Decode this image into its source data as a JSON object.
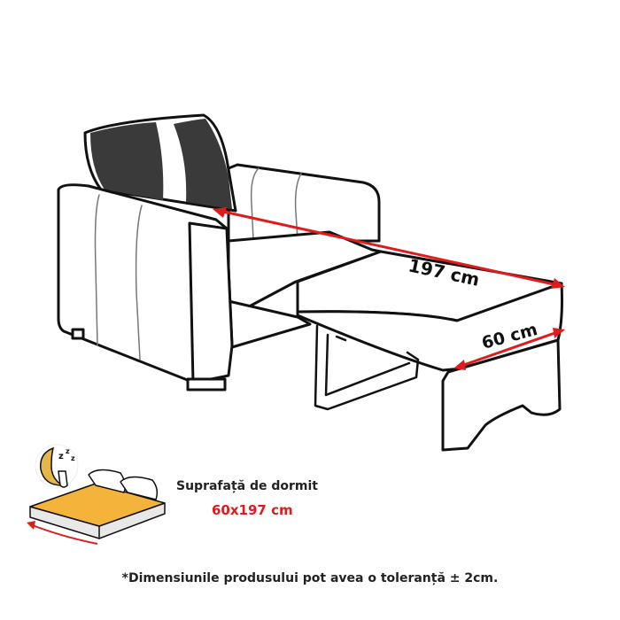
{
  "dimensions": {
    "length_label": "197 cm",
    "width_label": "60 cm"
  },
  "sleep_surface": {
    "title": "Suprafață de dormit",
    "value": "60x197 cm"
  },
  "footnote": "*Dimensiunile produsului pot avea o toleranță ± 2cm.",
  "icons": [
    "moon-sleep-icon",
    "bed-icon"
  ],
  "colors": {
    "dimension_line": "#e01b1b",
    "value_text": "#e01b1b",
    "mattress_top": "#f4b43c",
    "mattress_side": "#d9a22e",
    "pillow_stripe": "#3a3a3a",
    "moon": "#e5b649",
    "outline": "#111111"
  }
}
